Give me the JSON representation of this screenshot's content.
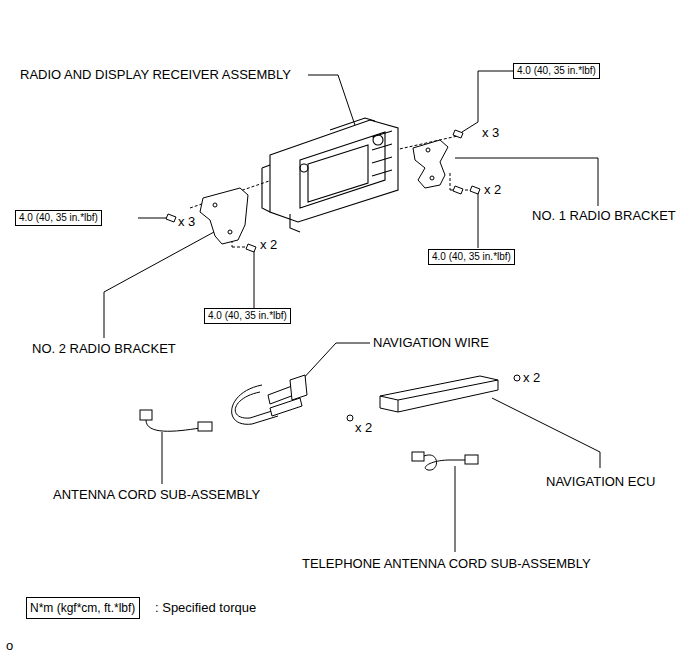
{
  "diagram": {
    "nodes": [
      {
        "text": [
          "4.0 (40, 35 in.*lbf)"
        ]
      },
      {
        "text": [
          "4.0 (40, 35 in.*lbf)"
        ]
      },
      {
        "text": [
          "4.0 (40, 35 in.*lbf)"
        ]
      },
      {
        "text": [
          "4.0 (40, 35 in.*lbf)"
        ]
      },
      {
        "text": [
          "N*m (kgf*cm, ft.*lbf)"
        ]
      }
    ],
    "labels": [
      "RADIO AND DISPLAY RECEIVER ASSEMBLY",
      "x 3",
      "x 3",
      "x 2",
      "x 2",
      "NO. 1 RADIO BRACKET",
      "NO. 2 RADIO BRACKET",
      "NAVIGATION WIRE",
      "x 2",
      "x 2",
      "ANTENNA CORD SUB-ASSEMBLY",
      "NAVIGATION ECU",
      "TELEPHONE ANTENNA CORD SUB-ASSEMBLY",
      ": Specified torque",
      "o"
    ]
  }
}
